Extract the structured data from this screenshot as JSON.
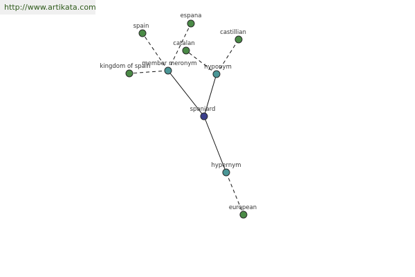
{
  "source": {
    "url_text": "http://www.artikata.com"
  },
  "colors": {
    "center_node": "#3b3f8c",
    "relation_node": "#4a9696",
    "word_node": "#4a8a46",
    "edge": "#111111"
  },
  "graph": {
    "center": {
      "id": "spaniard",
      "label": "spaniard"
    },
    "relations": [
      {
        "id": "member_meronym",
        "label": "member meronym"
      },
      {
        "id": "hyponym",
        "label": "hyponym"
      },
      {
        "id": "hypernym",
        "label": "hypernym"
      }
    ],
    "words": [
      {
        "id": "spain",
        "label": "spain",
        "relation": "member_meronym"
      },
      {
        "id": "espana",
        "label": "espana",
        "relation": "member_meronym"
      },
      {
        "id": "kingdom_of_spain",
        "label": "kingdom of spain",
        "relation": "member_meronym"
      },
      {
        "id": "catalan",
        "label": "catalan",
        "relation": "hyponym"
      },
      {
        "id": "castillian",
        "label": "castillian",
        "relation": "hyponym"
      },
      {
        "id": "european",
        "label": "european",
        "relation": "hypernym"
      }
    ]
  }
}
